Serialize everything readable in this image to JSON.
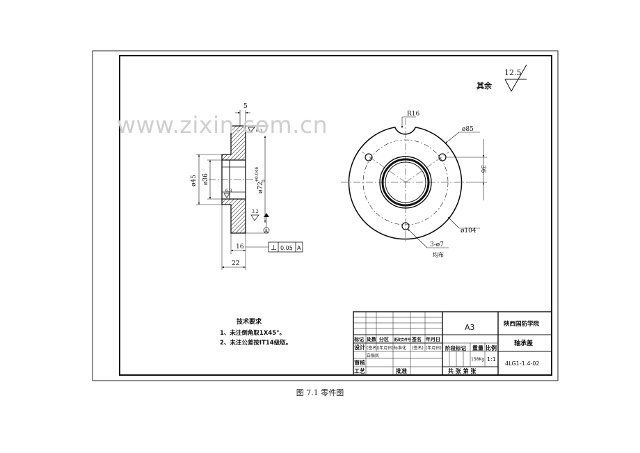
{
  "watermark": "www.zixin.com.cn",
  "caption": "图 7.1 零件图",
  "roughness": {
    "label": "其余",
    "value": "12.5"
  },
  "side_view": {
    "dim_top": "5",
    "dim_d45": "ø45",
    "dim_d36": "ø36",
    "dim_d72": "ø72",
    "tol_upper": "+0.046",
    "tol_lower": "0",
    "rough_top": "6.3",
    "rough_bore": "6.3",
    "rough_face": "3.2",
    "datum": "A",
    "dim_16": "16",
    "dim_22": "22",
    "gdt_symbol": "⊥",
    "gdt_value": "0.05",
    "gdt_datum": "A"
  },
  "front_view": {
    "r16": "R16",
    "d85": "ø85",
    "dim_36": "36",
    "d104": "ø104",
    "holes": "3-ø7",
    "holes_note": "均布"
  },
  "tech_req": {
    "title": "技术要求",
    "items": [
      "1、未注倒角取1X45°。",
      "2、未注公差按IT14级取。"
    ]
  },
  "title_block": {
    "sheet_size": "A3",
    "school": "陕西国防学院",
    "part_name": "轴承盖",
    "drawing_no": "4LG1-1.4-02",
    "headers": [
      "标记",
      "处数",
      "分区",
      "更改文件号",
      "签名",
      "年月日"
    ],
    "design_row": [
      "设计",
      "(签名)",
      "(年月日)",
      "标准化",
      "(签名)",
      "(年月日)"
    ],
    "designer": "白振民",
    "review": "审核",
    "process": "工艺",
    "approve": "批准",
    "stage_mark": "阶段标记",
    "weight_label": "重量",
    "scale_label": "比例",
    "weight": "158Kg",
    "scale": "1:1",
    "sheets": "共 张 第 张"
  }
}
